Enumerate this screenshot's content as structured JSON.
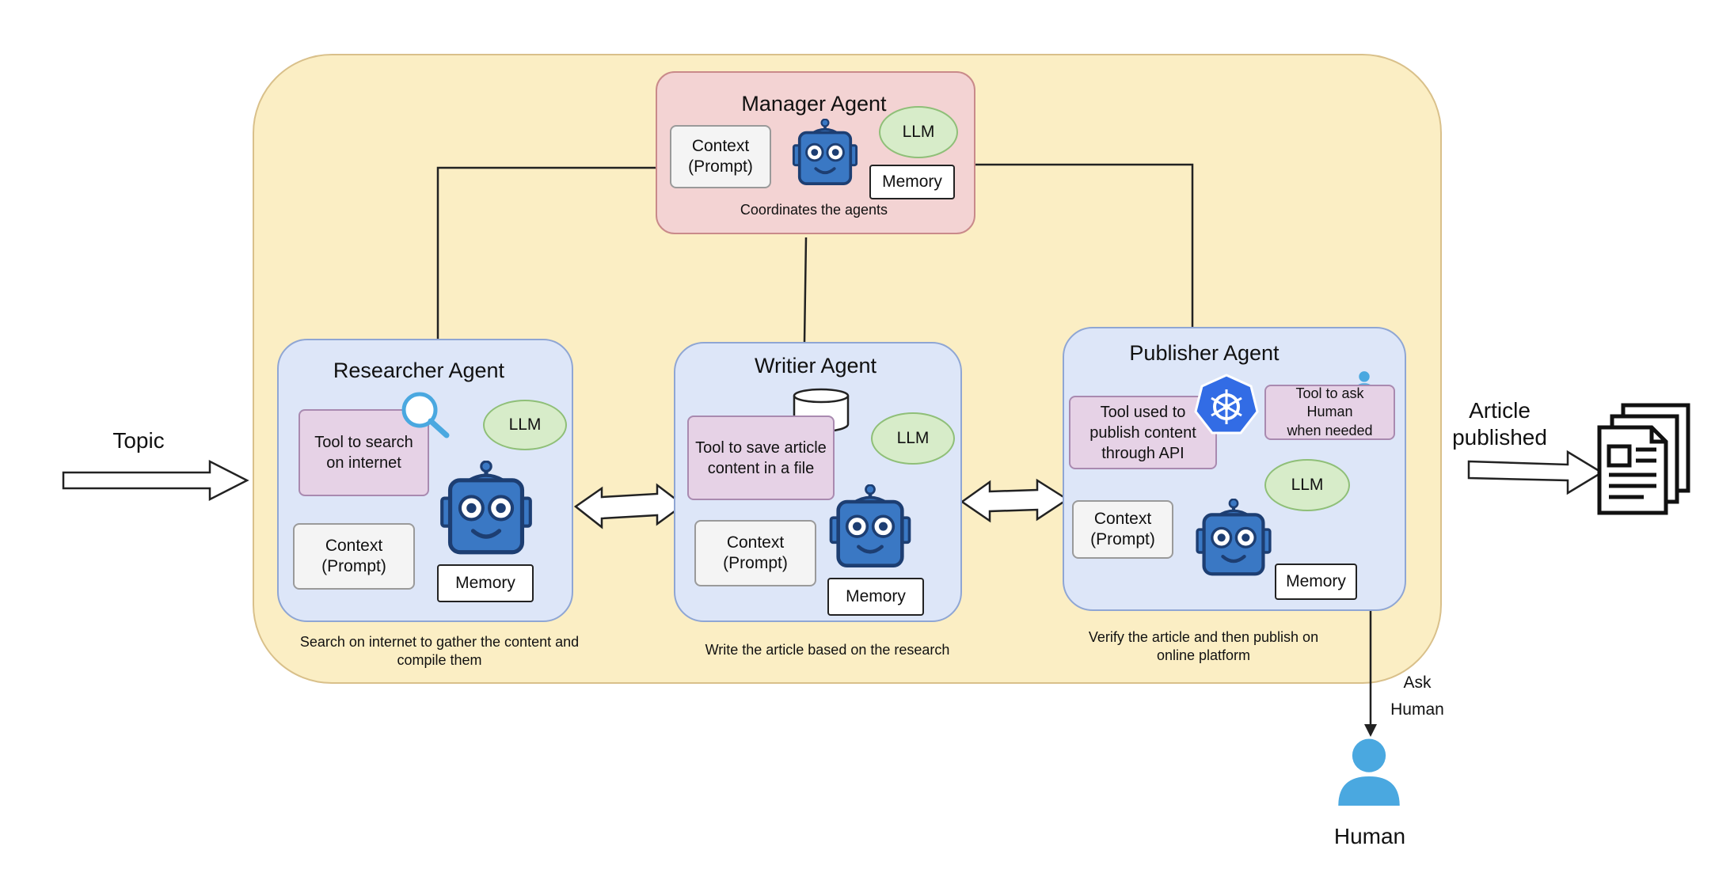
{
  "manager": {
    "title": "Manager Agent",
    "context": "Context\n(Prompt)",
    "llm": "LLM",
    "memory": "Memory",
    "desc": "Coordinates the agents"
  },
  "researcher": {
    "title": "Researcher Agent",
    "tool": "Tool to search\non internet",
    "llm": "LLM",
    "context": "Context\n(Prompt)",
    "memory": "Memory",
    "desc": "Search on internet to gather the content and\ncompile them"
  },
  "writer": {
    "title": "Writier Agent",
    "tool": "Tool to save article\ncontent in a file",
    "llm": "LLM",
    "context": "Context\n(Prompt)",
    "memory": "Memory",
    "desc": "Write the article based on the research"
  },
  "publisher": {
    "title": "Publisher Agent",
    "tool": "Tool used to\npublish content\nthrough API",
    "ask_tool": "Tool to ask Human\nwhen needed",
    "llm": "LLM",
    "context": "Context\n(Prompt)",
    "memory": "Memory",
    "desc": "Verify the article and then publish on\nonline platform"
  },
  "labels": {
    "topic": "Topic",
    "article_published": "Article\npublished",
    "ask_human": "Ask\nHuman",
    "human": "Human"
  },
  "icons": {
    "robot": "robot-icon",
    "search": "search-icon",
    "database": "database-icon",
    "api": "helm-wheel-icon",
    "person": "person-icon",
    "document": "document-icon"
  },
  "colors": {
    "container": "#fbeec4",
    "agent_blue": "#dde6f8",
    "manager_red": "#f3d3d3",
    "tool_purple": "#e6d2e6",
    "llm_green": "#d7ecc9",
    "robot_blue": "#3a78c4",
    "human_blue": "#4aa8e0"
  }
}
